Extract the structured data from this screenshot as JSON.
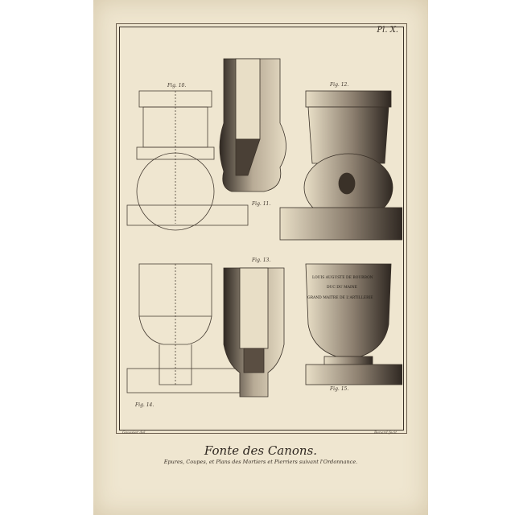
{
  "plate_number": "Pl. X.",
  "title": "Fonte des Canons.",
  "subtitle": "Epures, Coupes, et Plans des Mortiers et Pierriers suivant l'Ordonnance.",
  "credits": {
    "left": "Goussier del.",
    "right": "Benard fecit"
  },
  "figures": [
    "Fig. 10.",
    "Fig. 11.",
    "Fig. 12.",
    "Fig. 13.",
    "Fig. 14.",
    "Fig. 15."
  ],
  "inscriptions": [
    "LOUIS AUGUSTE DE BOURBON",
    "DUC DU MAINE",
    "GRAND MAITRE DE L'ARTILLERIE"
  ],
  "colors": {
    "paper": "#efe6d0",
    "ink": "#3a3128"
  }
}
